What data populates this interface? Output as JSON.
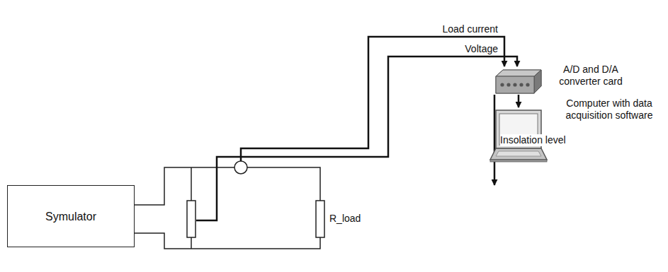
{
  "diagram": {
    "nodes": [
      {
        "text": [
          "Symulator"
        ]
      },
      {
        "text": [
          "A/D and D/A converter card"
        ]
      },
      {
        "text": [
          "Computer with data acquisition software"
        ]
      }
    ],
    "edges": [
      {
        "from": 1,
        "to": 0,
        "arrow": "to",
        "label": "Insolation level"
      },
      {
        "from": 1,
        "to": 2,
        "arrow": "to"
      }
    ],
    "labels": [
      "Load current",
      "Voltage",
      "R_load"
    ]
  }
}
